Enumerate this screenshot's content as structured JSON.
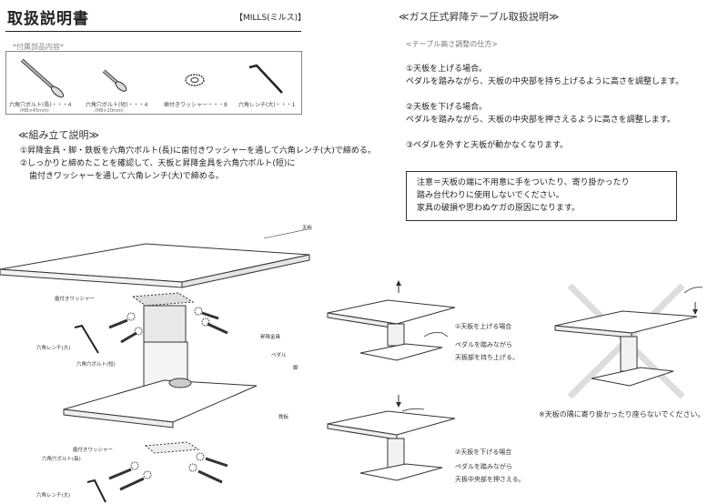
{
  "header": {
    "title": "取扱説明書",
    "model": "【MILLS(ミルス)】"
  },
  "parts": {
    "heading": "*付属部品内容*",
    "items": [
      {
        "label": "六角穴ボルト(長)・・・4",
        "sub": "(M8×45mm)",
        "icon": "long-bolt-icon"
      },
      {
        "label": "六角穴ボルト(短)・・・4",
        "sub": "(M8×20mm)",
        "icon": "short-bolt-icon"
      },
      {
        "label": "歯付きワッシャー・・・8",
        "sub": "",
        "icon": "toothed-washer-icon"
      },
      {
        "label": "六角レンチ(大)・・・1",
        "sub": "",
        "icon": "hex-wrench-icon"
      }
    ]
  },
  "assembly": {
    "heading": "≪組み立て説明≫",
    "steps": [
      "①昇降金具・脚・鉄板を六角穴ボルト(長)に歯付きワッシャーを通して六角レンチ(大)で締める。",
      "②しっかりと締めたことを確認して、天板と昇降金具を六角穴ボルト(短)に",
      "歯付きワッシャーを通して六角レンチ(大)で締める。"
    ],
    "diagram_labels": {
      "top_board": "天板",
      "washer_upper": "歯付きワッシャー",
      "wrench_upper": "六角レンチ(大)",
      "bolt_short": "六角穴ボルト(短)",
      "lift": "昇降金具",
      "pedal": "ペダル",
      "leg": "脚",
      "plate": "鉄板",
      "washer_lower": "歯付きワッシャー",
      "bolt_long": "六角穴ボルト(長)",
      "wrench_lower": "六角レンチ(大)"
    }
  },
  "gas": {
    "heading": "≪ガス圧式昇降テーブル取扱説明≫",
    "subheading": "<テーブル高さ調整の仕方>",
    "steps": [
      {
        "title": "①天板を上げる場合。",
        "body": "ペダルを踏みながら、天板の中央部を持ち上げるように高さを調整します。"
      },
      {
        "title": "②天板を下げる場合。",
        "body": "ペダルを踏みながら、天板の中央部を押さえるように高さを調整します。"
      },
      {
        "title": "③ペダルを外すと天板が動かなくなります。",
        "body": ""
      }
    ],
    "warning": [
      "注意＝天板の端に不用意に手をついたり、寄り掛かったり",
      "踏み台代わりに使用しないでください。",
      "家具の破損や思わぬケガの原因になります。"
    ],
    "figure_raise": [
      "①天板を上げる場合",
      "ペダルを踏みながら",
      "天板部を持ち上げる。"
    ],
    "figure_lower": [
      "②天板を下げる場合",
      "ペダルを踏みながら",
      "天板中央部を押さえる。"
    ],
    "figure_no": "※天板の隅に寄り掛かったり座らないでください。"
  }
}
